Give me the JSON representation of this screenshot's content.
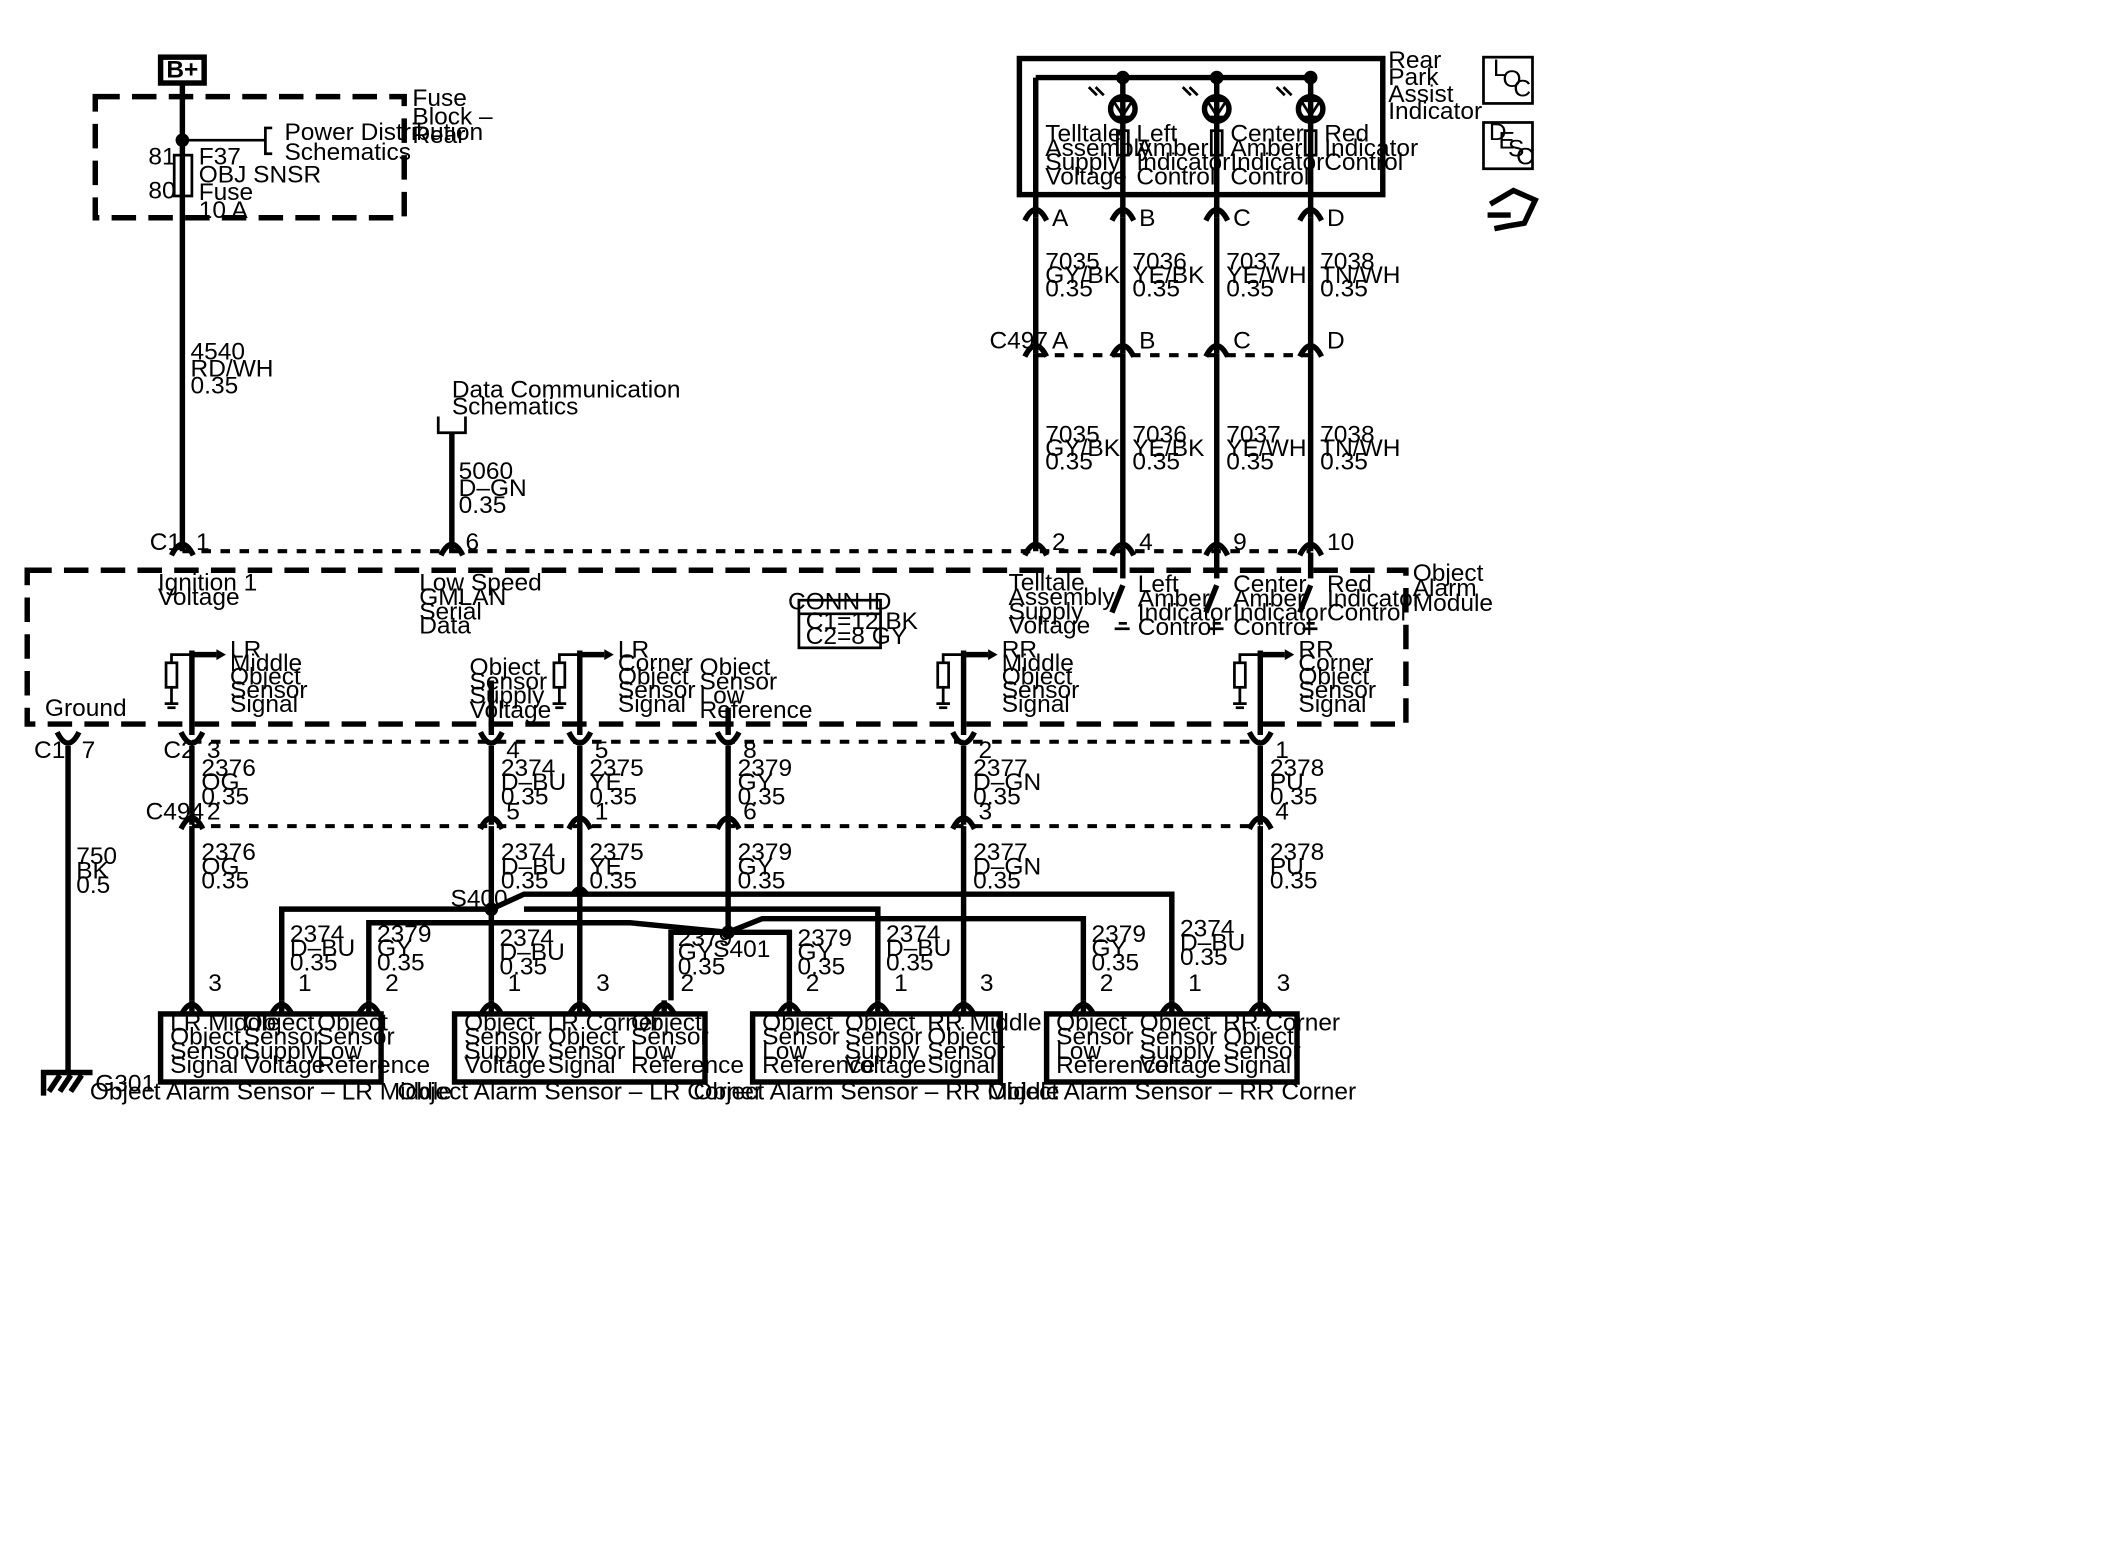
{
  "power": {
    "bplus": "B+",
    "fuse_block": [
      "Fuse",
      "Block –",
      "Rear"
    ],
    "pin81": "81",
    "pin80": "80",
    "fuse": [
      "F37",
      "OBJ SNSR",
      "Fuse",
      "10 A"
    ],
    "pds": [
      "Power Distribution",
      "Schematics"
    ],
    "wire": [
      "4540",
      "RD/WH",
      "0.35"
    ]
  },
  "datacomm": {
    "label": [
      "Data Communication",
      "Schematics"
    ],
    "wire": [
      "5060",
      "D–GN",
      "0.35"
    ]
  },
  "indicator": {
    "name": [
      "Rear",
      "Park",
      "Assist",
      "Indicator"
    ],
    "cols": [
      {
        "text": [
          "Telltale",
          "Assembly",
          "Supply",
          "Voltage"
        ],
        "pin": "A",
        "wire": [
          "7035",
          "GY/BK",
          "0.35"
        ],
        "wire2": [
          "7035",
          "GY/BK",
          "0.35"
        ],
        "mod_pin": "2"
      },
      {
        "text": [
          "Left",
          "Amber",
          "Indicator",
          "Control"
        ],
        "pin": "B",
        "wire": [
          "7036",
          "YE/BK",
          "0.35"
        ],
        "wire2": [
          "7036",
          "YE/BK",
          "0.35"
        ],
        "mod_pin": "4"
      },
      {
        "text": [
          "Center",
          "Amber",
          "Indicator",
          "Control"
        ],
        "pin": "C",
        "wire": [
          "7037",
          "YE/WH",
          "0.35"
        ],
        "wire2": [
          "7037",
          "YE/WH",
          "0.35"
        ],
        "mod_pin": "9"
      },
      {
        "text": [
          "Red",
          "Indicator",
          "Control"
        ],
        "pin": "D",
        "wire": [
          "7038",
          "TN/WH",
          "0.35"
        ],
        "wire2": [
          "7038",
          "TN/WH",
          "0.35"
        ],
        "mod_pin": "10"
      }
    ],
    "c497": "C497"
  },
  "icons": {
    "loc": [
      "L",
      "O",
      "C"
    ],
    "desc": [
      "D",
      "E",
      "S",
      "C"
    ]
  },
  "module": {
    "name": [
      "Object",
      "Alarm",
      "Module"
    ],
    "c1": "C1",
    "c2": "C2",
    "c1g": "C1",
    "c494": "C494",
    "c1_pin1": "1",
    "c1_pin6": "6",
    "ground_pin": "7",
    "conn_id": [
      "CONN ID",
      "C1=12 BK",
      "C2=8 GY"
    ],
    "ign": [
      "Ignition 1",
      "Voltage"
    ],
    "lowspeed": [
      "Low Speed",
      "GMLAN",
      "Serial",
      "Data"
    ],
    "telltale": [
      "Telltale",
      "Assembly",
      "Supply",
      "Voltage"
    ],
    "left_amber": [
      "Left",
      "Amber",
      "Indicator",
      "Control"
    ],
    "center_amber": [
      "Center",
      "Amber",
      "Indicator",
      "Control"
    ],
    "red_ind": [
      "Red",
      "Indicator",
      "Control"
    ],
    "ground": "Ground",
    "lr_mid_sig": [
      "LR",
      "Middle",
      "Object",
      "Sensor",
      "Signal"
    ],
    "obj_supply": [
      "Object",
      "Sensor",
      "Supply",
      "Voltage"
    ],
    "lr_corner_sig": [
      "LR",
      "Corner",
      "Object",
      "Sensor",
      "Signal"
    ],
    "obj_lowref": [
      "Object",
      "Sensor",
      "Low",
      "Reference"
    ],
    "rr_mid_sig": [
      "RR",
      "Middle",
      "Object",
      "Sensor",
      "Signal"
    ],
    "rr_corner_sig": [
      "RR",
      "Corner",
      "Object",
      "Sensor",
      "Signal"
    ]
  },
  "c2wires": [
    {
      "pin": "3",
      "wire": [
        "2376",
        "OG",
        "0.35"
      ],
      "c494pin": "2",
      "wire2": [
        "2376",
        "OG",
        "0.35"
      ]
    },
    {
      "pin": "4",
      "wire": [
        "2374",
        "D–BU",
        "0.35"
      ],
      "c494pin": "5",
      "wire2": [
        "2374",
        "D–BU",
        "0.35"
      ]
    },
    {
      "pin": "5",
      "wire": [
        "2375",
        "YE",
        "0.35"
      ],
      "c494pin": "1",
      "wire2": [
        "2375",
        "YE",
        "0.35"
      ]
    },
    {
      "pin": "8",
      "wire": [
        "2379",
        "GY",
        "0.35"
      ],
      "c494pin": "6",
      "wire2": [
        "2379",
        "GY",
        "0.35"
      ]
    },
    {
      "pin": "2",
      "wire": [
        "2377",
        "D–GN",
        "0.35"
      ],
      "c494pin": "3",
      "wire2": [
        "2377",
        "D–GN",
        "0.35"
      ]
    },
    {
      "pin": "1",
      "wire": [
        "2378",
        "PU",
        "0.35"
      ],
      "c494pin": "4",
      "wire2": [
        "2378",
        "PU",
        "0.35"
      ]
    }
  ],
  "ground_wire": [
    "750",
    "BK",
    "0.5"
  ],
  "g301": "G301",
  "s400": "S400",
  "s401": "S401",
  "branches": {
    "lrmid_supply": [
      "2374",
      "D–BU",
      "0.35"
    ],
    "lrmid_lowref": [
      "2379",
      "GY",
      "0.35"
    ],
    "lrcorner_supply": [
      "2374",
      "D–BU",
      "0.35"
    ],
    "lrcorner_lowref": [
      "2379",
      "GY",
      "0.35"
    ],
    "rrmid_lowref": [
      "2379",
      "GY",
      "0.35"
    ],
    "rrmid_supply": [
      "2374",
      "D–BU",
      "0.35"
    ],
    "rrcorner_lowref": [
      "2379",
      "GY",
      "0.35"
    ],
    "rrcorner_supply": [
      "2374",
      "D–BU",
      "0.35"
    ]
  },
  "sensors": [
    {
      "caption": "Object Alarm Sensor – LR Middle",
      "pins": [
        "3",
        "1",
        "2"
      ],
      "labels": [
        [
          "LR Middle",
          "Object",
          "Sensor",
          "Signal"
        ],
        [
          "Object",
          "Sensor",
          "Supply",
          "Voltage"
        ],
        [
          "Object",
          "Sensor",
          "Low",
          "Reference"
        ]
      ]
    },
    {
      "caption": "Object Alarm Sensor – LR Corner",
      "pins": [
        "1",
        "3",
        "2"
      ],
      "labels": [
        [
          "Object",
          "Sensor",
          "Supply",
          "Voltage"
        ],
        [
          "LR Corner",
          "Object",
          "Sensor",
          "Signal"
        ],
        [
          "Object",
          "Sensor",
          "Low",
          "Reference"
        ]
      ]
    },
    {
      "caption": "Object Alarm Sensor – RR Middle",
      "pins": [
        "2",
        "1",
        "3"
      ],
      "labels": [
        [
          "Object",
          "Sensor",
          "Low",
          "Reference"
        ],
        [
          "Object",
          "Sensor",
          "Supply",
          "Voltage"
        ],
        [
          "RR Middle",
          "Object",
          "Sensor",
          "Signal"
        ]
      ]
    },
    {
      "caption": "Object Alarm Sensor – RR Corner",
      "pins": [
        "2",
        "1",
        "3"
      ],
      "labels": [
        [
          "Object",
          "Sensor",
          "Low",
          "Reference"
        ],
        [
          "Object",
          "Sensor",
          "Supply",
          "Voltage"
        ],
        [
          "RR Corner",
          "Object",
          "Sensor",
          "Signal"
        ]
      ]
    }
  ]
}
